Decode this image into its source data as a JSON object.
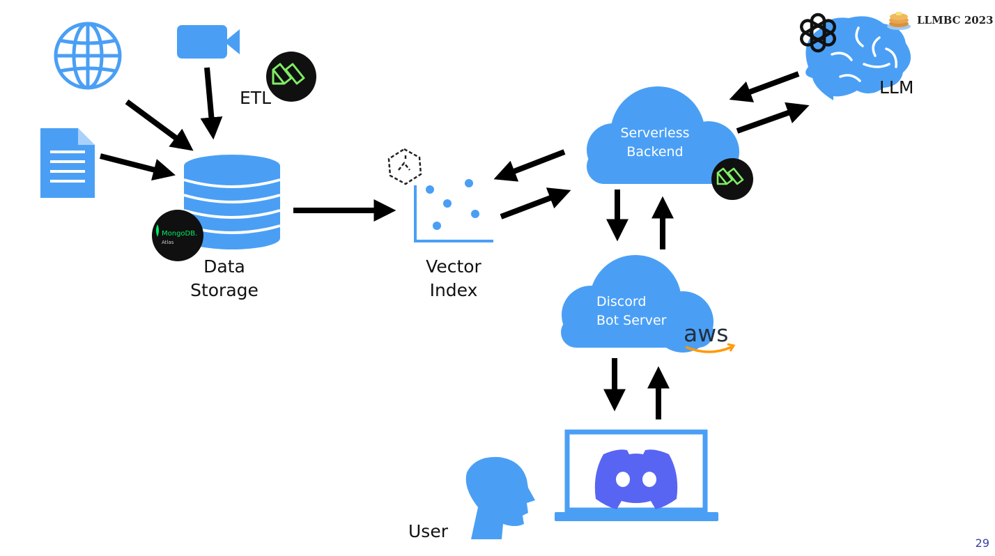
{
  "labels": {
    "etl": "ETL",
    "data_storage": [
      "Data",
      "Storage"
    ],
    "vector_index": [
      "Vector",
      "Index"
    ],
    "serverless_backend": [
      "Serverless",
      "Backend"
    ],
    "discord_bot_server": [
      "Discord",
      "Bot Server"
    ],
    "llm": "LLM",
    "user": "User"
  },
  "logos": {
    "mongodb": "MongoDB.",
    "mongodb_sub": "Atlas",
    "aws": "aws"
  },
  "brand": "LLMBC 2023",
  "page_number": "29",
  "colors": {
    "accent": "#4a9ff5",
    "arrow": "#000000",
    "discord": "#5865f2",
    "aws_orange": "#ff9900",
    "modal_green": "#7fee64",
    "mongo_green": "#00ed64"
  },
  "icons": [
    "globe-icon",
    "video-camera-icon",
    "document-icon",
    "database-icon",
    "modal-logo-icon",
    "mongodb-logo-icon",
    "vector-index-icon",
    "cloud-icon",
    "aws-logo-icon",
    "openai-logo-icon",
    "brain-icon",
    "laptop-icon",
    "discord-logo-icon",
    "user-head-icon",
    "pancakes-icon"
  ]
}
